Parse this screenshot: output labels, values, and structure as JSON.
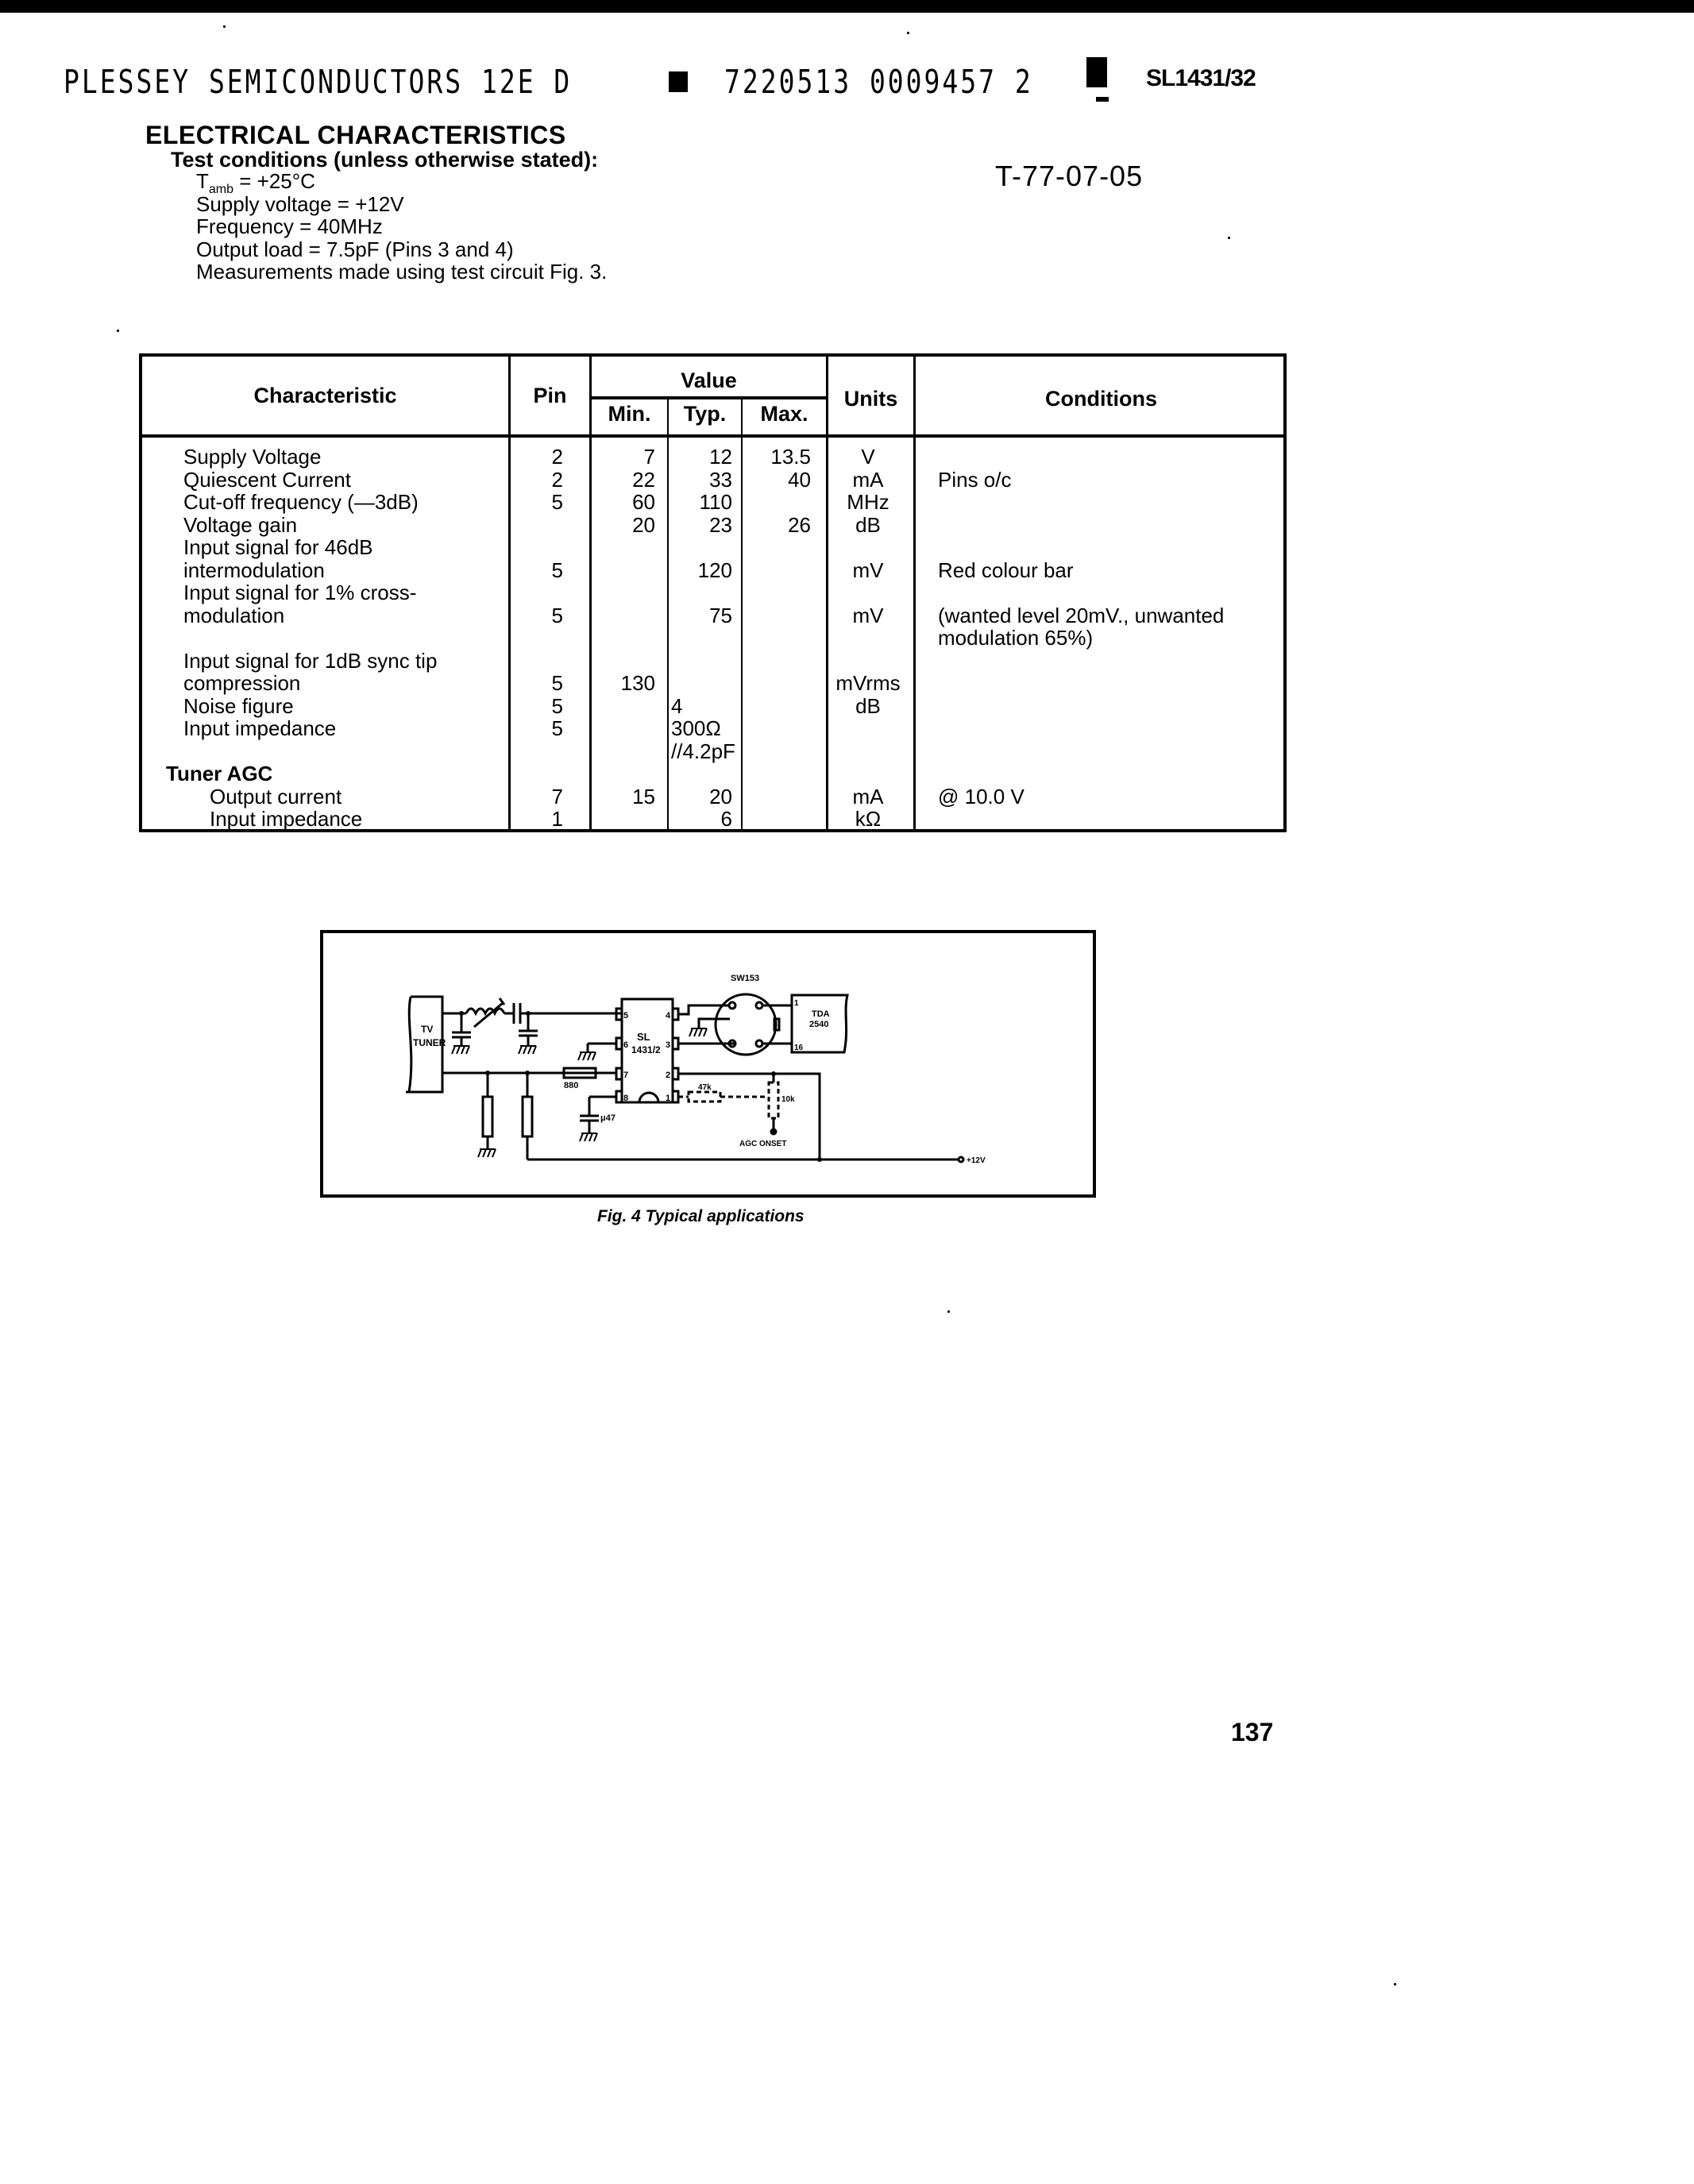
{
  "header": {
    "publisher_line": "PLESSEY SEMICONDUCTORS 12E D",
    "code": "7220513 0009457 2",
    "part_number": "SL1431/32"
  },
  "section": {
    "title": "ELECTRICAL CHARACTERISTICS",
    "test_conditions_heading": "Test conditions (unless otherwise stated):",
    "conditions": [
      {
        "label": "T",
        "sub": "amb",
        "rest": " = +25°C"
      },
      {
        "text": "Supply voltage = +12V"
      },
      {
        "text": "Frequency = 40MHz"
      },
      {
        "text": "Output load = 7.5pF (Pins 3 and 4)"
      },
      {
        "text": "Measurements made using test circuit Fig. 3."
      }
    ],
    "tracking_code": "T-77-07-05"
  },
  "table": {
    "headers": {
      "characteristic": "Characteristic",
      "pin": "Pin",
      "value": "Value",
      "min": "Min.",
      "typ": "Typ.",
      "max": "Max.",
      "units": "Units",
      "conditions": "Conditions"
    },
    "rows": [
      {
        "line": 0,
        "characteristic": "Supply Voltage",
        "pin": "2",
        "min": "7",
        "typ": "12",
        "max": "13.5",
        "units": "V",
        "conditions": ""
      },
      {
        "line": 1,
        "characteristic": "Quiescent Current",
        "pin": "2",
        "min": "22",
        "typ": "33",
        "max": "40",
        "units": "mA",
        "conditions": "Pins o/c"
      },
      {
        "line": 2,
        "characteristic": "Cut-off frequency (—3dB)",
        "pin": "5",
        "min": "60",
        "typ": "110",
        "max": "",
        "units": "MHz",
        "conditions": ""
      },
      {
        "line": 3,
        "characteristic": "Voltage gain",
        "pin": "",
        "min": "20",
        "typ": "23",
        "max": "26",
        "units": "dB",
        "conditions": ""
      },
      {
        "line": 4,
        "characteristic": "Input signal for 46dB",
        "pin": "",
        "min": "",
        "typ": "",
        "max": "",
        "units": "",
        "conditions": ""
      },
      {
        "line": 5,
        "characteristic": "intermodulation",
        "pin": "5",
        "min": "",
        "typ": "120",
        "max": "",
        "units": "mV",
        "conditions": "Red colour bar"
      },
      {
        "line": 6,
        "characteristic": "Input signal for 1% cross-",
        "pin": "",
        "min": "",
        "typ": "",
        "max": "",
        "units": "",
        "conditions": ""
      },
      {
        "line": 7,
        "characteristic": "modulation",
        "pin": "5",
        "min": "",
        "typ": "75",
        "max": "",
        "units": "mV",
        "conditions": "(wanted level 20mV., unwanted"
      },
      {
        "line": 8,
        "characteristic": "",
        "pin": "",
        "min": "",
        "typ": "",
        "max": "",
        "units": "",
        "conditions": "modulation 65%)"
      },
      {
        "line": 9,
        "characteristic": "Input signal for 1dB sync tip",
        "pin": "",
        "min": "",
        "typ": "",
        "max": "",
        "units": "",
        "conditions": ""
      },
      {
        "line": 10,
        "characteristic": "compression",
        "pin": "5",
        "min": "130",
        "typ": "",
        "max": "",
        "units": "mVrms",
        "conditions": ""
      },
      {
        "line": 11,
        "characteristic": "Noise figure",
        "pin": "5",
        "min": "",
        "typ": "4",
        "max": "",
        "units": "dB",
        "conditions": ""
      },
      {
        "line": 12,
        "characteristic": "Input impedance",
        "pin": "5",
        "min": "",
        "typ": "300Ω",
        "max": "",
        "units": "",
        "conditions": ""
      },
      {
        "line": 13,
        "characteristic": "",
        "pin": "",
        "min": "",
        "typ": "//4.2pF",
        "max": "",
        "units": "",
        "conditions": ""
      },
      {
        "line": 14,
        "characteristic": "Tuner AGC",
        "pin": "",
        "min": "",
        "typ": "",
        "max": "",
        "units": "",
        "conditions": ""
      },
      {
        "line": 15,
        "characteristic": "Output current",
        "pin": "7",
        "min": "15",
        "typ": "20",
        "max": "",
        "units": "mA",
        "conditions": "@ 10.0 V"
      },
      {
        "line": 16,
        "characteristic": "Input impedance",
        "pin": "1",
        "min": "",
        "typ": "6",
        "max": "",
        "units": "kΩ",
        "conditions": ""
      }
    ]
  },
  "figure": {
    "labels": {
      "tv_tuner_1": "TV",
      "tv_tuner_2": "TUNER",
      "ic_1": "SL",
      "ic_2": "1431/2",
      "sw": "SW153",
      "tda_1": "TDA",
      "tda_2": "2540",
      "r880": "880",
      "cap": "μ47",
      "r47k": "47k",
      "pot": "10k",
      "agc": "AGC ONSET",
      "supply": "+12V",
      "pin_5": "5",
      "pin_6": "6",
      "pin_7": "7",
      "pin_8": "8",
      "pin_4": "4",
      "pin_3": "3",
      "pin_2": "2",
      "pin_1": "1",
      "tda_pin_1": "1",
      "tda_pin_16": "16"
    },
    "caption": "Fig. 4 Typical applications"
  },
  "page_number": "137"
}
